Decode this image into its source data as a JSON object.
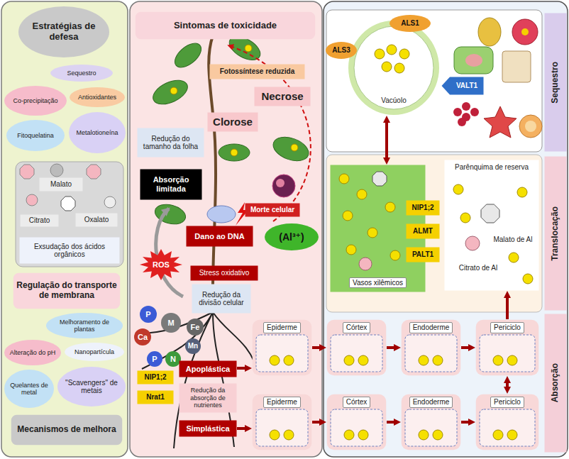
{
  "diagram": {
    "nodes": [
      {
        "text": [
          "Estratégias de defesa"
        ]
      },
      {
        "text": [
          "Sequestro"
        ]
      },
      {
        "text": [
          "Co-precipitação"
        ]
      },
      {
        "text": [
          "Antioxidantes"
        ]
      },
      {
        "text": [
          "Fitoquelatina"
        ]
      },
      {
        "text": [
          "Metalotioneína"
        ]
      },
      {
        "text": [
          "Malato"
        ]
      },
      {
        "text": [
          "Citrato"
        ]
      },
      {
        "text": [
          "Oxalato"
        ]
      },
      {
        "text": [
          "Exsudação dos ácidos orgânicos"
        ]
      },
      {
        "text": [
          "Regulação do transporte de membrana"
        ]
      },
      {
        "text": [
          "Melhoramento de plantas"
        ]
      },
      {
        "text": [
          "Alteração do pH"
        ]
      },
      {
        "text": [
          "Nanopartícula"
        ]
      },
      {
        "text": [
          "Quelantes de metal"
        ]
      },
      {
        "text": [
          "\"Scavengers\" de metais"
        ]
      },
      {
        "text": [
          "Mecanismos de melhora"
        ]
      },
      {
        "text": [
          "Sintomas de toxicidade"
        ]
      },
      {
        "text": [
          "Fotossíntese reduzida"
        ]
      },
      {
        "text": [
          "Necrose"
        ]
      },
      {
        "text": [
          "Clorose"
        ]
      },
      {
        "text": [
          "Redução do tamanho da folha"
        ]
      },
      {
        "text": [
          "Absorção limitada"
        ]
      },
      {
        "text": [
          "Morte celular"
        ]
      },
      {
        "text": [
          "Dano ao DNA"
        ]
      },
      {
        "text": [
          "(Al³⁺)"
        ]
      },
      {
        "text": [
          "ROS"
        ]
      },
      {
        "text": [
          "Stress oxidativo"
        ]
      },
      {
        "text": [
          "Redução da divisão celular"
        ]
      },
      {
        "text": [
          "P"
        ]
      },
      {
        "text": [
          "Fe"
        ]
      },
      {
        "text": [
          "M"
        ]
      },
      {
        "text": [
          "Mn"
        ]
      },
      {
        "text": [
          "Ca"
        ]
      },
      {
        "text": [
          "P"
        ]
      },
      {
        "text": [
          "N"
        ]
      },
      {
        "text": [
          "Apoplástica"
        ]
      },
      {
        "text": [
          "NIP1;2"
        ]
      },
      {
        "text": [
          "Redução da absorção de nutrientes"
        ]
      },
      {
        "text": [
          "Nrat1"
        ]
      },
      {
        "text": [
          "Simplástica"
        ]
      },
      {
        "text": [
          "Vacúolo"
        ]
      },
      {
        "text": [
          "ALS3"
        ]
      },
      {
        "text": [
          "ALS1"
        ]
      },
      {
        "text": [
          "VALT1"
        ]
      },
      {
        "text": [
          "Sequestro"
        ]
      },
      {
        "text": [
          "Vasos xilêmicos"
        ]
      },
      {
        "text": [
          "NIP1;2"
        ],
        "in": 46
      },
      {
        "text": [
          "ALMT"
        ],
        "in": 46
      },
      {
        "text": [
          "PALT1"
        ],
        "in": 46
      },
      {
        "text": [
          "Parênquima de reserva"
        ]
      },
      {
        "text": [
          "Malato de Al"
        ],
        "in": 50
      },
      {
        "text": [
          "Citrato de Al"
        ],
        "in": 50
      },
      {
        "text": [
          "Translocação"
        ]
      },
      {
        "text": [
          "Epiderme"
        ]
      },
      {
        "text": [
          "Córtex"
        ]
      },
      {
        "text": [
          "Endoderme"
        ]
      },
      {
        "text": [
          "Periciclo"
        ]
      },
      {
        "text": [
          "Epiderme"
        ]
      },
      {
        "text": [
          "Córtex"
        ]
      },
      {
        "text": [
          "Endoderme"
        ]
      },
      {
        "text": [
          "Periciclo"
        ]
      },
      {
        "text": [
          "Absorção"
        ]
      }
    ],
    "edges": [
      {
        "from": 36,
        "to": 54,
        "arrow": "to"
      },
      {
        "from": 54,
        "to": 55,
        "arrow": "to"
      },
      {
        "from": 55,
        "to": 56,
        "arrow": "to"
      },
      {
        "from": 56,
        "to": 57,
        "arrow": "to"
      },
      {
        "from": 40,
        "to": 58,
        "arrow": "to"
      },
      {
        "from": 58,
        "to": 59,
        "arrow": "to"
      },
      {
        "from": 59,
        "to": 60,
        "arrow": "to"
      },
      {
        "from": 60,
        "to": 61,
        "arrow": "to"
      },
      {
        "from": 57,
        "to": 61,
        "arrow": "both"
      },
      {
        "from": 57,
        "to": 50,
        "arrow": "to"
      },
      {
        "from": 46,
        "to": 41,
        "arrow": "both"
      }
    ]
  }
}
